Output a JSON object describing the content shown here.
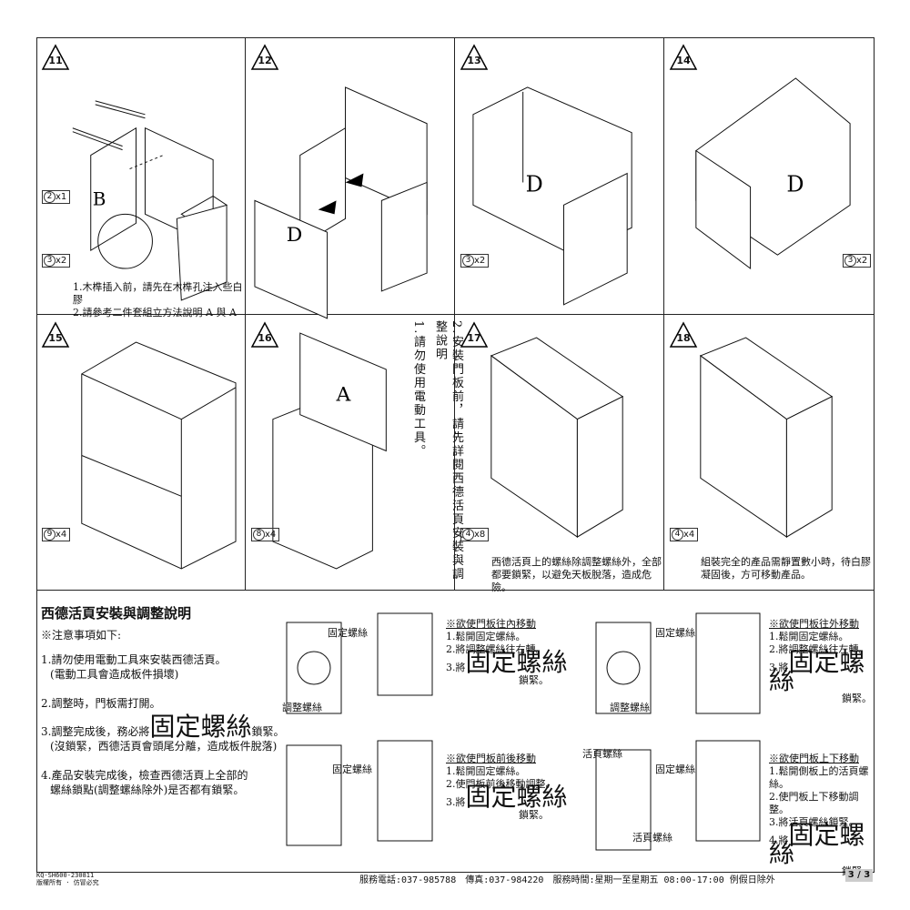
{
  "steps": {
    "s11": {
      "num": "11",
      "qty1": "x1",
      "qty1_c": "2",
      "qty2": "x2",
      "qty2_c": "3",
      "part": "B",
      "callouts": [
        "3",
        "3",
        "2"
      ],
      "note1": "1.木榫插入前，請先在木榫孔注入些白膠",
      "note2": "2.請參考二件套組立方法說明",
      "note2_ref1": "A",
      "note2_and": "與",
      "note2_ref2": "A"
    },
    "s12": {
      "num": "12",
      "part": "D"
    },
    "s13": {
      "num": "13",
      "part": "D",
      "callouts": [
        "3",
        "3"
      ],
      "qty": "x2",
      "qty_c": "3"
    },
    "s14": {
      "num": "14",
      "part": "D",
      "callouts": [
        "3",
        "3"
      ],
      "qty": "x2",
      "qty_c": "3"
    },
    "s15": {
      "num": "15",
      "callouts": [
        "9",
        "9"
      ],
      "qty": "x4",
      "qty_c": "9"
    },
    "s16": {
      "num": "16",
      "part": "A",
      "callouts": [
        "8",
        "8"
      ],
      "qty": "x4",
      "qty_c": "8",
      "vcol1": "1.請勿使用電動工具。",
      "vcol2": "2.安裝門板前，請先詳閱西德活頁安裝與調整說明"
    },
    "s17": {
      "num": "17",
      "callouts": [
        "4",
        "4",
        "4",
        "4",
        "4",
        "4"
      ],
      "qty": "x8",
      "qty_c": "4",
      "note": "西德活頁上的螺絲除調整螺絲外，全部都要鎖緊，以避免天板脫落，造成危險。"
    },
    "s18": {
      "num": "18",
      "callouts": [
        "4",
        "4",
        "4",
        "4"
      ],
      "qty": "x4",
      "qty_c": "4",
      "note": "組裝完全的產品需靜置數小時，待白膠凝固後，方可移動產品。"
    }
  },
  "hinge": {
    "title": "西德活頁安裝與調整說明",
    "caution": "※注意事項如下:",
    "item1a": "1.請勿使用電動工具來安裝西德活頁。",
    "item1b": "(電動工具會造成板件損壞)",
    "item2": "2.調整時，門板需打開。",
    "item3a": "3.調整完成後，務必將",
    "item3big": "固定螺絲",
    "item3c": "鎖緊。",
    "item3d": "(沒鎖緊，西德活頁會頭尾分離，造成板件脫落)",
    "item4a": "4.產品安裝完成後，檢查西德活頁上全部的",
    "item4b": "螺絲鎖點(調整螺絲除外)是否都有鎖緊。",
    "fix_screw": "固定螺絲",
    "adj_screw": "調整螺絲",
    "hinge_screw": "活頁螺絲",
    "in_title": "※欲使門板往內移動",
    "in_1": "1.鬆開固定螺絲。",
    "in_2": "2.將調整螺絲往右轉。",
    "in_3": "3.將",
    "lock": "鎖緊。",
    "out_title": "※欲使門板往外移動",
    "out_1": "1.鬆開固定螺絲。",
    "out_2": "2.將調整螺絲往左轉。",
    "out_3": "3.將",
    "fb_title": "※欲使門板前後移動",
    "fb_1": "1.鬆開固定螺絲。",
    "fb_2": "2.使門板前後移動調整。",
    "fb_3": "3.將",
    "ud_title": "※欲使門板上下移動",
    "ud_1": "1.鬆開側板上的活頁螺絲。",
    "ud_2": "2.使門板上下移動調整。",
    "ud_3": "3.將活頁螺絲鎖緊。",
    "ud_4": "4.將"
  },
  "footer": {
    "code": "KQ-SH600-230811",
    "code2": "版權所有 · 仿冒必究",
    "service": "服務電話:037-985788　傳真:037-984220　服務時間:星期一至星期五 08:00-17:00 例假日除外",
    "page": "3 / 3"
  }
}
